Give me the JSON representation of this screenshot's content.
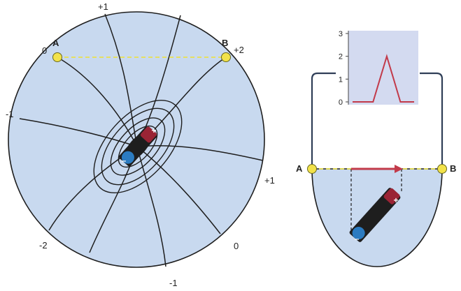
{
  "left": {
    "electrodes": {
      "a_label": "A",
      "b_label": "B"
    },
    "potentials": [
      "+1",
      "0",
      "+2",
      "-1",
      "+1",
      "-2",
      "0",
      "-1"
    ]
  },
  "right": {
    "electrodes": {
      "a_label": "A",
      "b_label": "B"
    }
  },
  "dipole": {
    "plus_sign": "+",
    "minus_sign": "–"
  },
  "chart_data": {
    "type": "line",
    "x": [
      0,
      1,
      2,
      3,
      4,
      5,
      6,
      7,
      8,
      9
    ],
    "series": [
      {
        "values": [
          0,
          0,
          0,
          0,
          1,
          2,
          1,
          0,
          0,
          0
        ]
      }
    ],
    "yticks": [
      "0",
      "1",
      "2",
      "3"
    ],
    "ylim": [
      0,
      3
    ],
    "line_color": "#c23a4a"
  },
  "colors": {
    "fill": "#c8d9ef",
    "stroke": "#1e1e1e",
    "electrode": "#f2e24a",
    "dash_line": "#e9e04e",
    "arrow": "#c23a4a",
    "plus": "#9a2435",
    "minus": "#2b7bc1"
  }
}
